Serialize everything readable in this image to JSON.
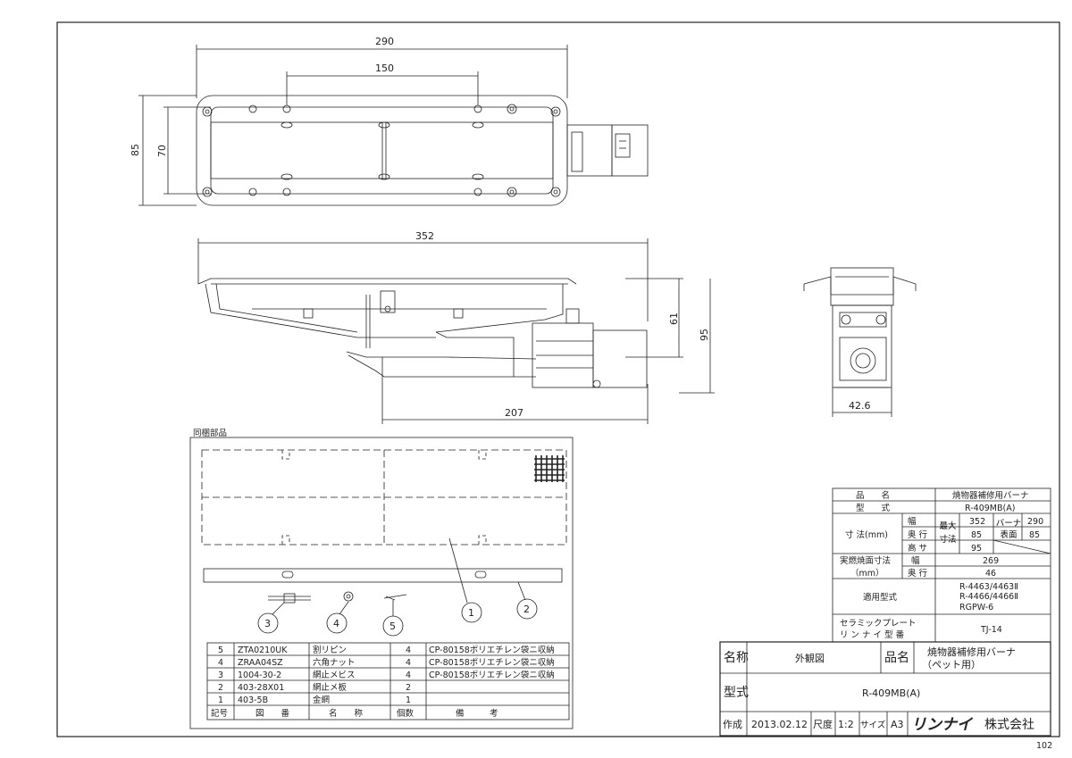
{
  "dimensions": {
    "top_width": "290",
    "top_hole_pitch": "150",
    "top_depth_outer": "85",
    "top_depth_inner": "70",
    "side_length": "352",
    "side_height_small": "61",
    "side_height_total": "95",
    "side_bottom_length": "207",
    "front_width": "42.6"
  },
  "parts_drawing": {
    "title": "同梱部品",
    "balloons": [
      "1",
      "2",
      "3",
      "4",
      "5"
    ]
  },
  "spec_table": {
    "hinmei_label": "品　　名",
    "hinmei_value": "焼物器補修用バーナ",
    "katashiki_label": "型　　式",
    "katashiki_value": "R-409MB(A)",
    "sunpo_label": "寸 法(mm)",
    "haba": "幅",
    "okuyuki": "奥 行",
    "takasa": "高 サ",
    "saidai_sunpo": "最大 寸法",
    "saidai_values": [
      "352",
      "85",
      "95"
    ],
    "burner_hyomen": "バーナ 表面",
    "burner_values": [
      "290",
      "85"
    ],
    "nensho_label": "実燃焼面寸法",
    "nensho_unit": "（mm）",
    "nensho_values": [
      "269",
      "46"
    ],
    "tekiyo_label": "適用型式",
    "tekiyo_values": [
      "R-4463/4463Ⅱ",
      "R-4466/4466Ⅱ",
      "RGPW-6"
    ],
    "ceramic_label1": "セラミックプレート",
    "ceramic_label2": "リ ン ナ イ 型 番",
    "ceramic_value": "TJ-14"
  },
  "parts_list": {
    "headers": [
      "記号",
      "図　　番",
      "名　　称",
      "個数",
      "備　　　考"
    ],
    "rows": [
      [
        "5",
        "ZTA0210UK",
        "割リピン",
        "4",
        "CP-80158ポリエチレン袋ニ収納"
      ],
      [
        "4",
        "ZRAA04SZ",
        "六角ナット",
        "4",
        "CP-80158ポリエチレン袋ニ収納"
      ],
      [
        "3",
        "1004-30-2",
        "網止メビス",
        "4",
        "CP-80158ポリエチレン袋ニ収納"
      ],
      [
        "2",
        "403-28X01",
        "網止メ板",
        "2",
        ""
      ],
      [
        "1",
        "403-5B",
        "金網",
        "1",
        ""
      ]
    ]
  },
  "title_block": {
    "name_label": "名称",
    "name_value": "外観図",
    "product_label": "品名",
    "product_value_1": "焼物器補修用バーナ",
    "product_value_2": "（ペット用）",
    "model_label": "型式",
    "model_value": "R-409MB(A)",
    "made_label": "作成",
    "date": "2013.02.12",
    "scale_label": "尺度",
    "scale": "1:2",
    "size_label": "サイズ",
    "size": "A3",
    "company_logo": "リンナイ",
    "company_suffix": "株式会社"
  },
  "page_code": "102"
}
